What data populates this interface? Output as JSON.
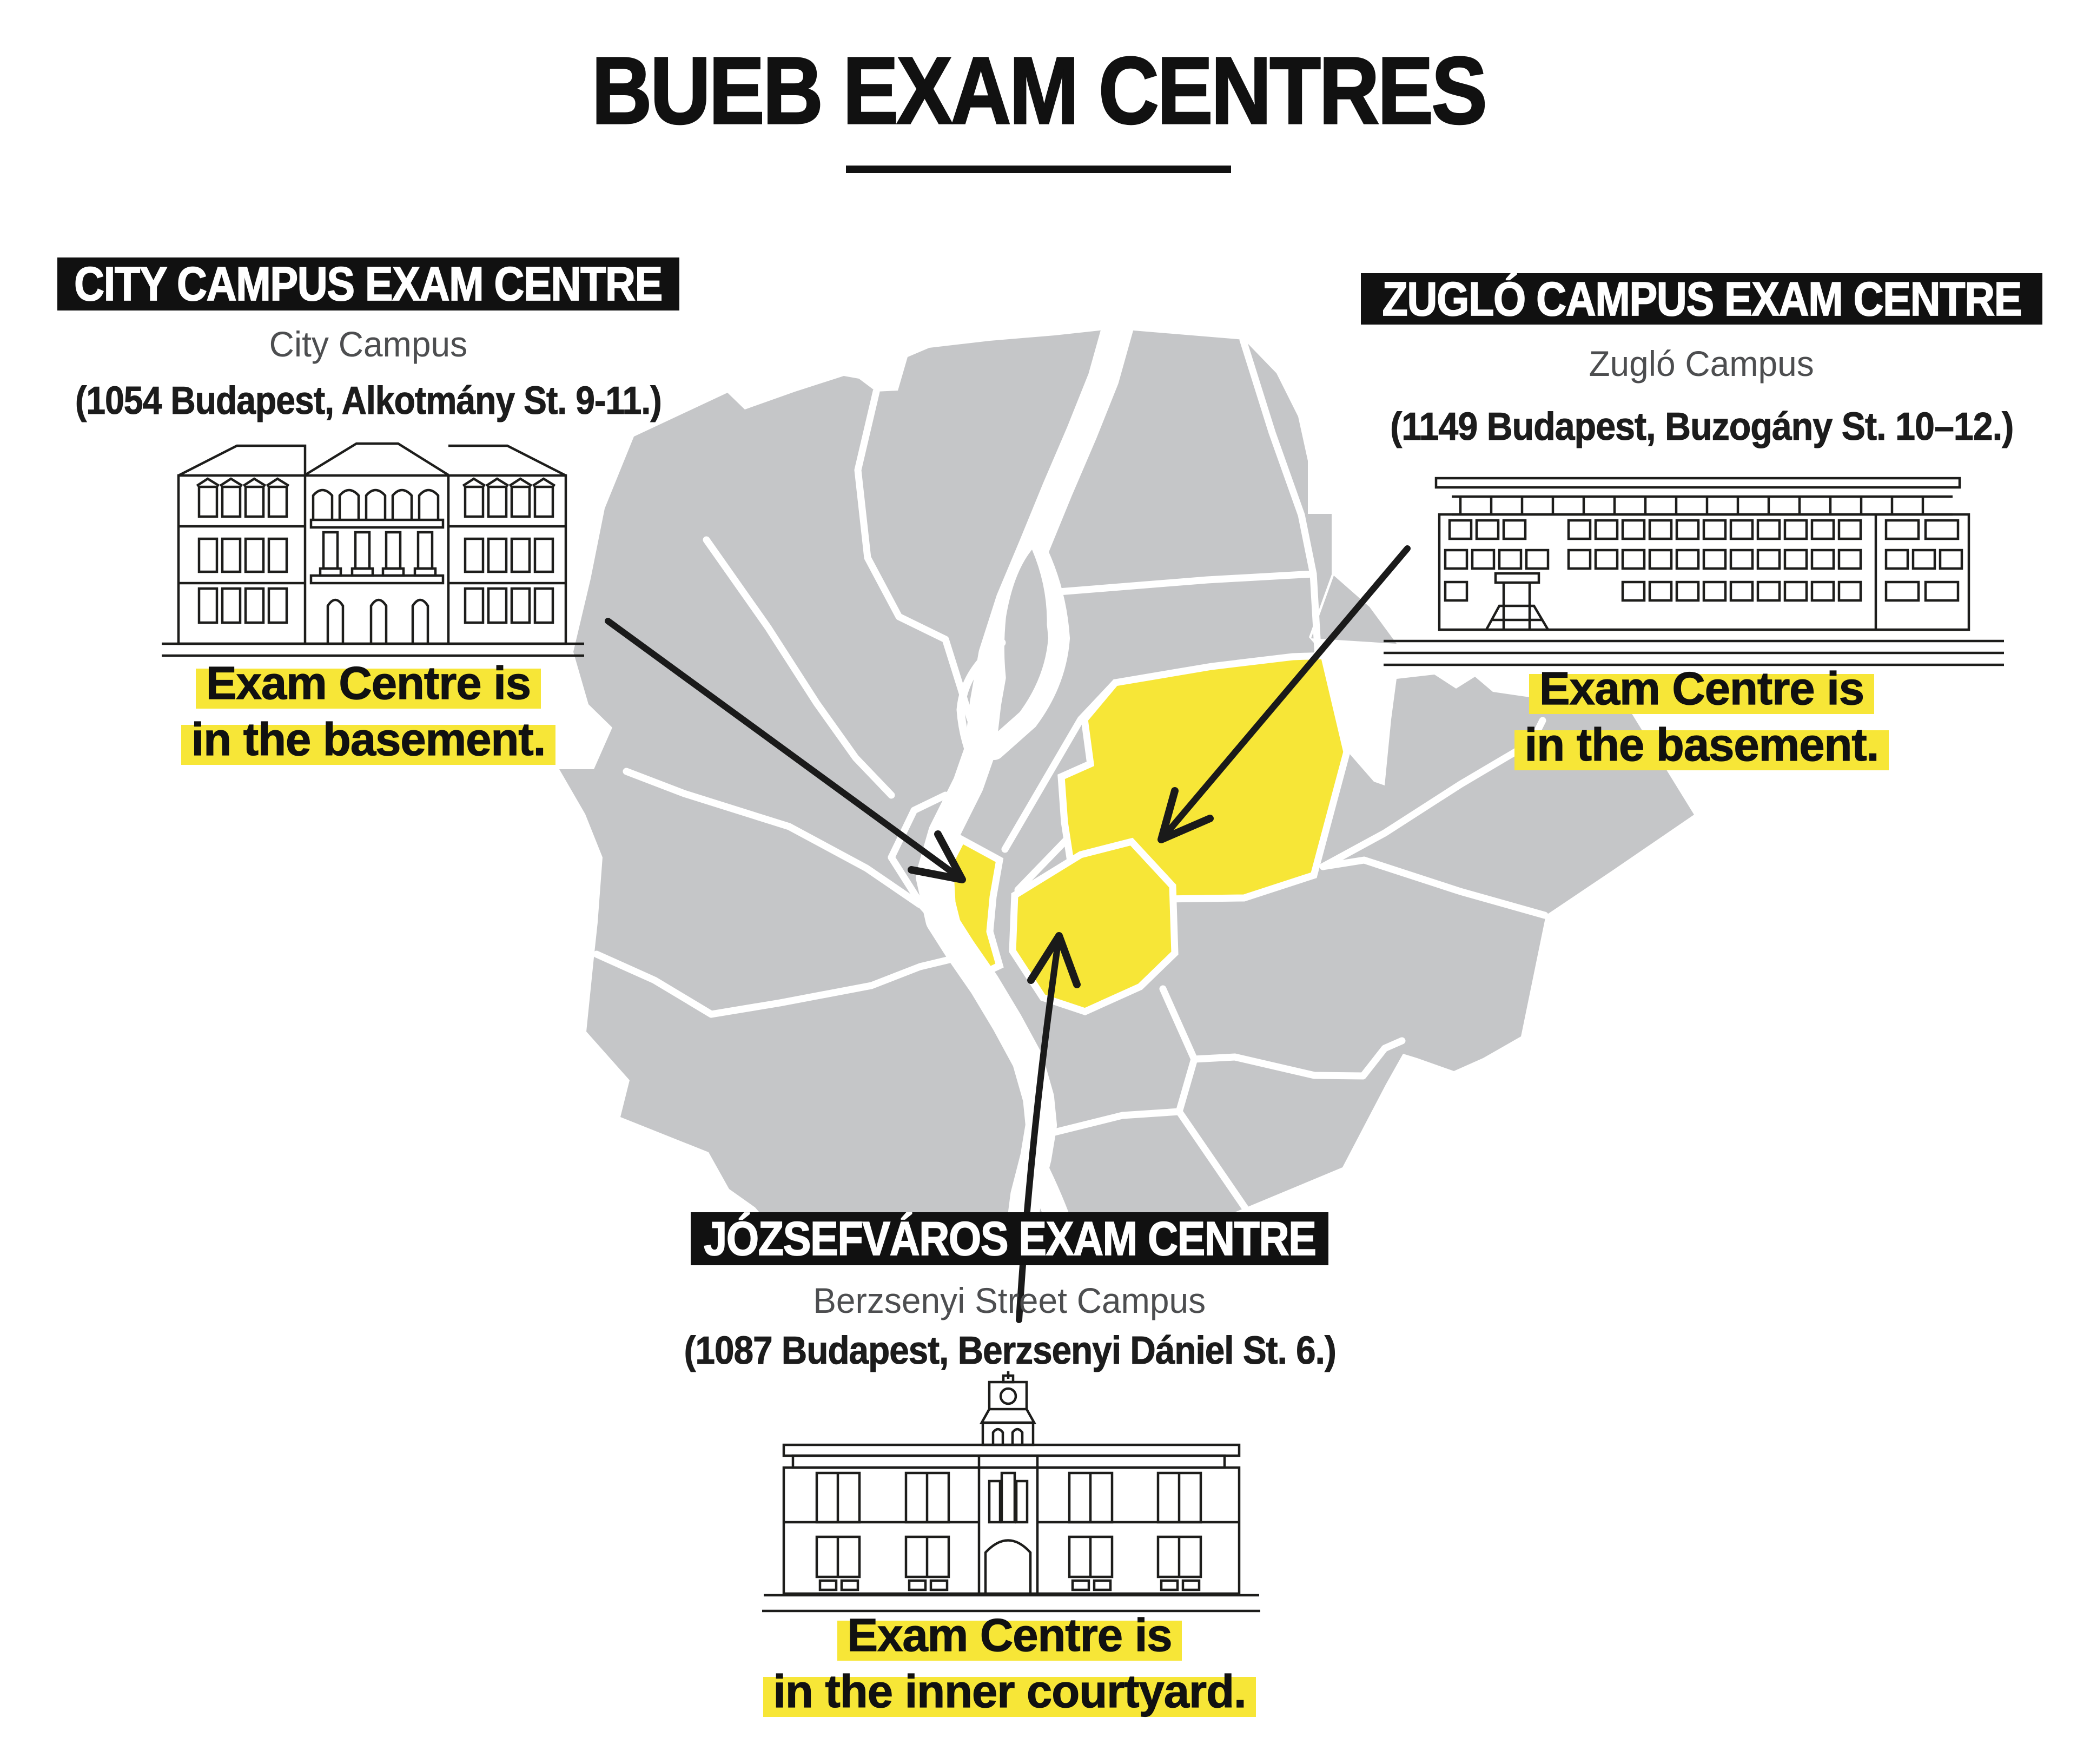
{
  "title": "BUEB EXAM CENTRES",
  "colors": {
    "highlight_yellow": "#f7e637",
    "map_gray": "#c5c6c8",
    "black": "#111111",
    "muted_gray_text": "#4d4e50"
  },
  "centres": [
    {
      "id": "city",
      "heading": "CITY CAMPUS EXAM CENTRE",
      "campus": "City Campus",
      "address": "(1054 Budapest, Alkotmány St. 9-11.)",
      "note_line1": "Exam Centre is",
      "note_line2": "in the basement.",
      "building_icon": "classical-three-storey-building-icon",
      "map_district": "District V (city centre)"
    },
    {
      "id": "zuglo",
      "heading": "ZUGLÓ CAMPUS EXAM CENTRE",
      "campus": "Zugló Campus",
      "address": "(1149 Budapest, Buzogány St. 10–12.)",
      "note_line1": "Exam Centre is",
      "note_line2": "in the basement.",
      "building_icon": "modern-slab-building-icon",
      "map_district": "District XIV (Zugló)"
    },
    {
      "id": "jozsefvaros",
      "heading": "JÓZSEFVÁROS EXAM CENTRE",
      "campus": "Berzsenyi Street Campus",
      "address": "(1087 Budapest, Berzsenyi Dániel St. 6.)",
      "note_line1": "Exam Centre is",
      "note_line2": "in the inner courtyard.",
      "building_icon": "historic-tower-building-icon",
      "map_district": "District VIII (Józsefváros)"
    }
  ],
  "map": {
    "city": "Budapest",
    "river": "Danube",
    "highlighted_districts": [
      "District V",
      "District VIII (Józsefváros)",
      "District XIV (Zugló)"
    ]
  }
}
